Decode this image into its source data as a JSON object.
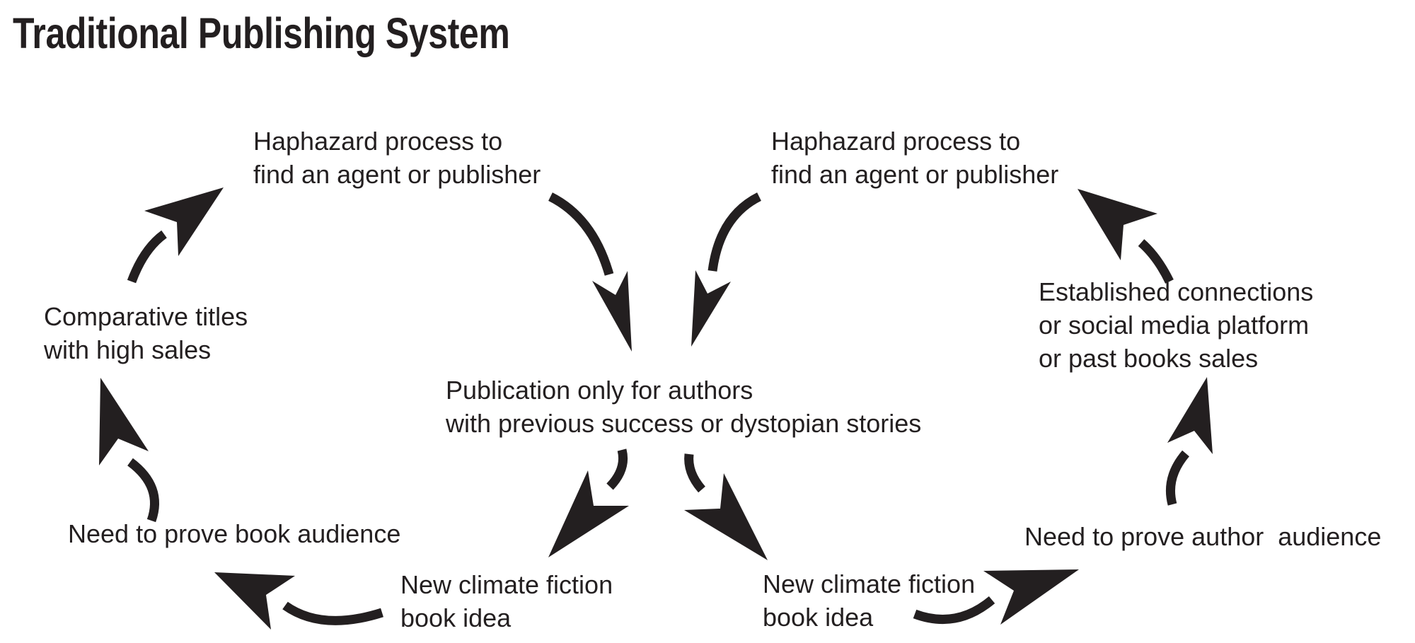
{
  "title": "Traditional Publishing System",
  "colors": {
    "background": "#ffffff",
    "ink": "#231f20"
  },
  "diagram": {
    "nodes": {
      "left_haphazard": {
        "text": "Haphazard process to\nfind an agent or publisher"
      },
      "left_comparative": {
        "text": "Comparative titles\nwith high sales"
      },
      "left_book_audience": {
        "text": "Need to prove book audience"
      },
      "left_new_idea": {
        "text": "New climate fiction\nbook idea"
      },
      "center_publication": {
        "text": "Publication only for authors\nwith previous success or dystopian stories"
      },
      "right_haphazard": {
        "text": "Haphazard process to\nfind an agent or publisher"
      },
      "right_established": {
        "text": "Established connections\nor social media platform\nor past books sales"
      },
      "right_author_audience": {
        "text": "Need to prove author  audience"
      },
      "right_new_idea": {
        "text": "New climate fiction\nbook idea"
      }
    },
    "edges": [
      {
        "from": "left_new_idea",
        "to": "left_book_audience"
      },
      {
        "from": "left_book_audience",
        "to": "left_comparative"
      },
      {
        "from": "left_comparative",
        "to": "left_haphazard"
      },
      {
        "from": "left_haphazard",
        "to": "center_publication"
      },
      {
        "from": "center_publication",
        "to": "left_new_idea"
      },
      {
        "from": "center_publication",
        "to": "right_new_idea"
      },
      {
        "from": "right_new_idea",
        "to": "right_author_audience"
      },
      {
        "from": "right_author_audience",
        "to": "right_established"
      },
      {
        "from": "right_established",
        "to": "right_haphazard"
      },
      {
        "from": "right_haphazard",
        "to": "center_publication"
      }
    ]
  }
}
